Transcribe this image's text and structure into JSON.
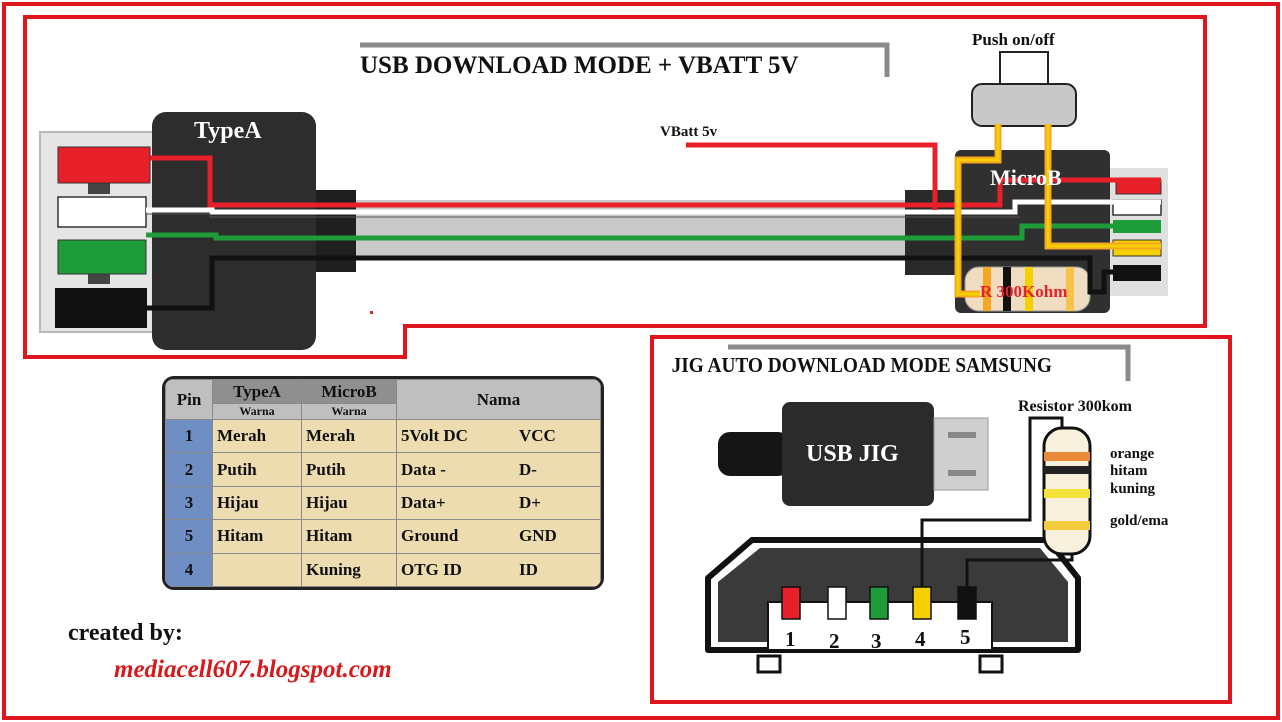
{
  "top_diagram": {
    "title": "USB DOWNLOAD MODE + VBATT 5V",
    "typea_label": "TypeA",
    "microb_label": "MicroB",
    "vbatt_label": "VBatt 5v",
    "push_label": "Push on/off",
    "resistor_label": "R 300Kohm"
  },
  "jig_diagram": {
    "title": "JIG AUTO DOWNLOAD MODE SAMSUNG",
    "usb_jig_label": "USB JIG",
    "resistor_label": "Resistor 300kom",
    "band_labels": [
      "orange",
      "hitam",
      "kuning",
      "gold/ema"
    ],
    "pin_numbers": [
      "1",
      "2",
      "3",
      "4",
      "5"
    ]
  },
  "pin_table": {
    "headers": {
      "pin": "Pin",
      "typea": "TypeA",
      "microb": "MicroB",
      "warna": "Warna",
      "nama": "Nama"
    },
    "rows": [
      {
        "pin": "1",
        "typea": "Merah",
        "microb": "Merah",
        "nama": "5Volt DC",
        "code": "VCC"
      },
      {
        "pin": "2",
        "typea": "Putih",
        "microb": "Putih",
        "nama": "Data -",
        "code": "D-"
      },
      {
        "pin": "3",
        "typea": "Hijau",
        "microb": "Hijau",
        "nama": "Data+",
        "code": "D+"
      },
      {
        "pin": "5",
        "typea": "Hitam",
        "microb": "Hitam",
        "nama": "Ground",
        "code": "GND"
      },
      {
        "pin": "4",
        "typea": "",
        "microb": "Kuning",
        "nama": "OTG ID",
        "code": "ID"
      }
    ]
  },
  "credits": {
    "created_by": "created by:",
    "site": "mediacell607.blogspot.com"
  },
  "colors": {
    "frame_red": "#e0161e",
    "wire_red": "#e8202a",
    "wire_green": "#1f9c3a",
    "wire_yellow": "#f5d000",
    "wire_black": "#111111",
    "table_pin_blue": "#6f8fc4",
    "table_row_tan": "#eddcb0"
  }
}
